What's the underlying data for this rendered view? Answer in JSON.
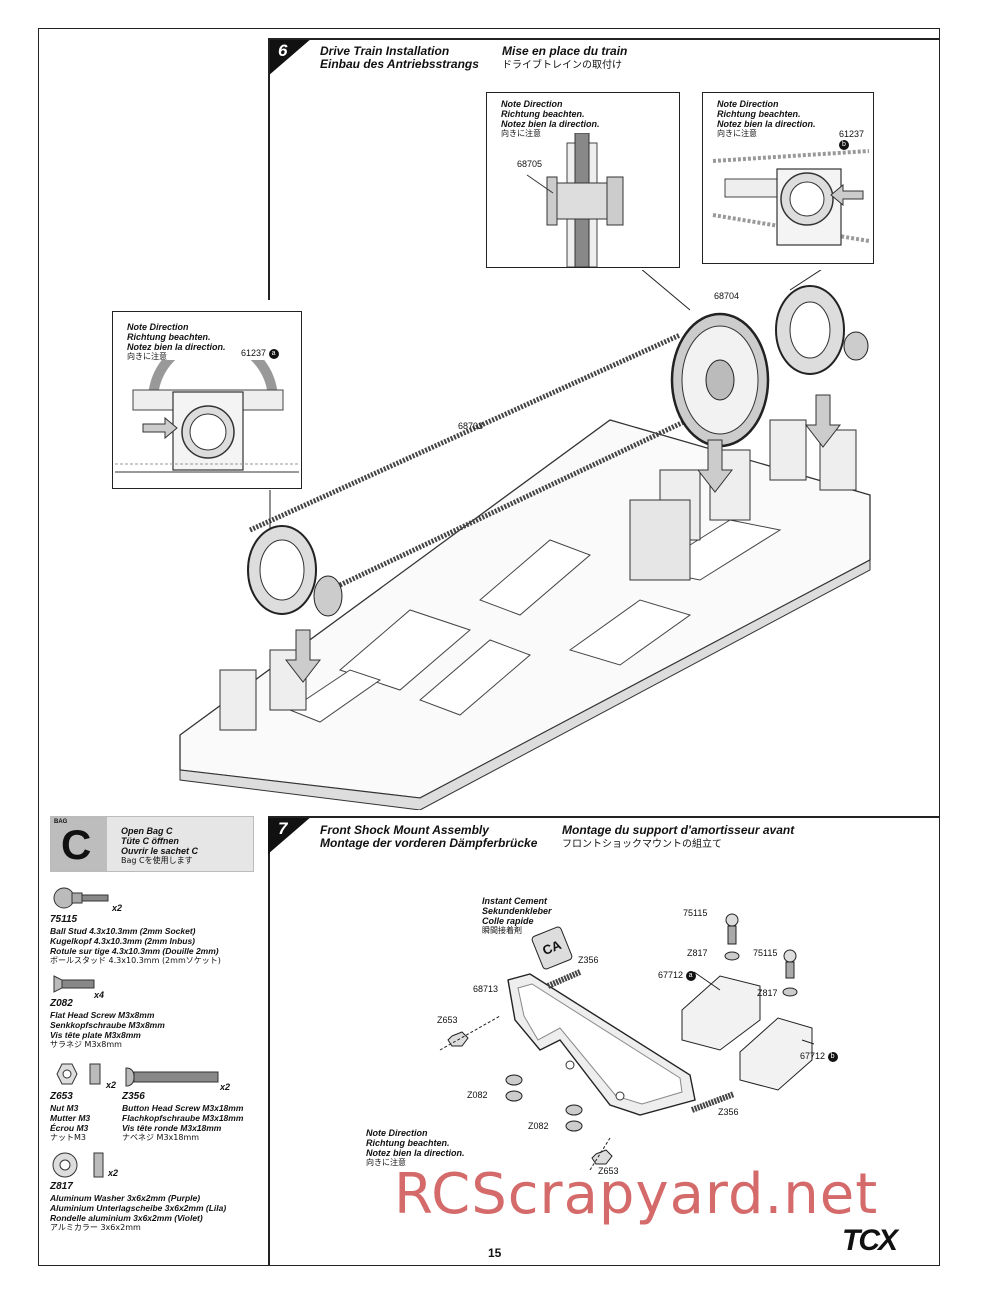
{
  "step6": {
    "number": "6",
    "title_en": "Drive Train Installation",
    "title_de": "Einbau des Antriebsstrangs",
    "title_fr": "Mise en place du train",
    "title_jp": "ドライブトレインの取付け",
    "note_left": {
      "en": "Note Direction",
      "de": "Richtung beachten.",
      "fr": "Notez bien la direction.",
      "jp": "向きに注意",
      "part": "61237",
      "badge": "a"
    },
    "note_mid": {
      "en": "Note Direction",
      "de": "Richtung beachten.",
      "fr": "Notez bien la direction.",
      "jp": "向きに注意",
      "part": "68705"
    },
    "note_right": {
      "en": "Note Direction",
      "de": "Richtung beachten.",
      "fr": "Notez bien la direction.",
      "jp": "向きに注意",
      "part": "61237",
      "badge": "b"
    },
    "labels": {
      "belt": "68703",
      "pulley": "68704"
    }
  },
  "bag": {
    "bag_label": "BAG",
    "letter": "C",
    "en": "Open Bag C",
    "de": "Tüte C öffnen",
    "fr": "Ouvrir le sachet C",
    "jp": "Bag Cを使用します"
  },
  "parts": [
    {
      "id": "75115",
      "qty": "x2",
      "en": "Ball Stud 4.3x10.3mm (2mm Socket)",
      "de": "Kugelkopf 4.3x10.3mm (2mm Inbus)",
      "fr": "Rotule sur tige 4.3x10.3mm (Douille 2mm)",
      "jp": "ボールスタッド 4.3x10.3mm (2mmソケット)"
    },
    {
      "id": "Z082",
      "qty": "x4",
      "en": "Flat Head Screw M3x8mm",
      "de": "Senkkopfschraube M3x8mm",
      "fr": "Vis tête plate M3x8mm",
      "jp": "サラネジ M3x8mm"
    },
    {
      "id": "Z653",
      "qty": "x2",
      "en": "Nut M3",
      "de": "Mutter M3",
      "fr": "Écrou M3",
      "jp": "ナットM3"
    },
    {
      "id": "Z356",
      "qty": "x2",
      "en": "Button Head Screw M3x18mm",
      "de": "Flachkopfschraube M3x18mm",
      "fr": "Vis tête ronde M3x18mm",
      "jp": "ナベネジ M3x18mm"
    },
    {
      "id": "Z817",
      "qty": "x2",
      "en": "Aluminum Washer 3x6x2mm (Purple)",
      "de": "Aluminium Unterlagscheibe 3x6x2mm (Lila)",
      "fr": "Rondelle aluminium 3x6x2mm (Violet)",
      "jp": "アルミカラー 3x6x2mm"
    }
  ],
  "step7": {
    "number": "7",
    "title_en": "Front Shock Mount Assembly",
    "title_de": "Montage der vorderen Dämpferbrücke",
    "title_fr": "Montage du support d'amortisseur avant",
    "title_jp": "フロントショックマウントの組立て",
    "cement": {
      "en": "Instant Cement",
      "de": "Sekundenkleber",
      "fr": "Colle rapide",
      "jp": "瞬間接着剤",
      "bottle": "CA"
    },
    "note": {
      "en": "Note Direction",
      "de": "Richtung beachten.",
      "fr": "Notez bien la direction.",
      "jp": "向きに注意"
    },
    "labels": {
      "z356a": "Z356",
      "p68713": "68713",
      "z653a": "Z653",
      "z082a": "Z082",
      "z082b": "Z082",
      "z653b": "Z653",
      "z356b": "Z356",
      "p75115a": "75115",
      "z817a": "Z817",
      "p67712a": "67712",
      "badge_a": "a",
      "p75115b": "75115",
      "z817b": "Z817",
      "p67712b": "67712",
      "badge_b": "b"
    }
  },
  "footer": {
    "page": "15",
    "logo": "TCX",
    "watermark": "RCScrapyard.net"
  }
}
